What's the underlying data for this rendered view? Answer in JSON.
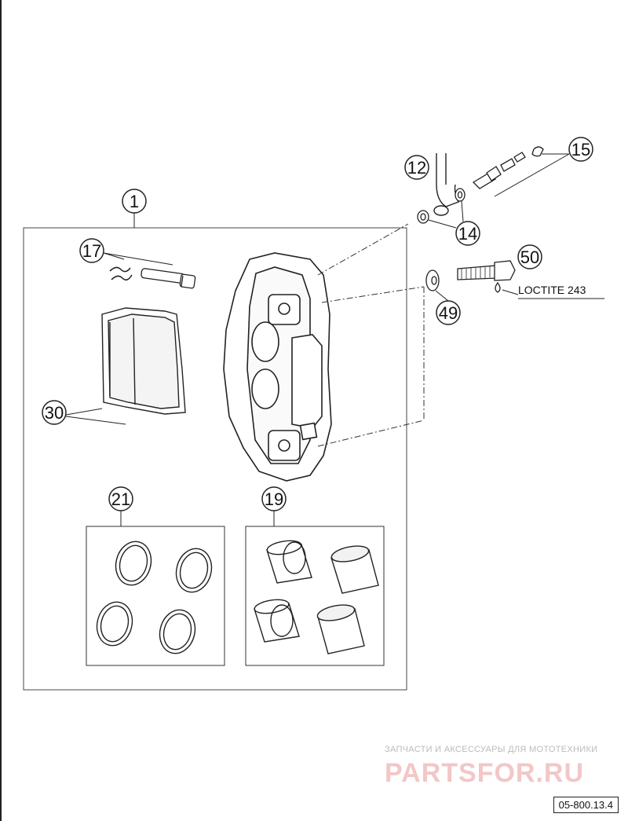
{
  "callouts": {
    "c1": "1",
    "c12": "12",
    "c14": "14",
    "c15": "15",
    "c17": "17",
    "c19": "19",
    "c21": "21",
    "c30": "30",
    "c49": "49",
    "c50": "50"
  },
  "loctite_label": "LOCTITE 243",
  "reference_code": "05-800.13.4",
  "watermark": {
    "tagline": "ЗАПЧАСТИ И АКСЕССУАРЫ ДЛЯ МОТОТЕХНИКИ",
    "brand": "PARTSFOR.RU"
  },
  "colors": {
    "line": "#222222",
    "watermark": "#f2c7c7"
  }
}
